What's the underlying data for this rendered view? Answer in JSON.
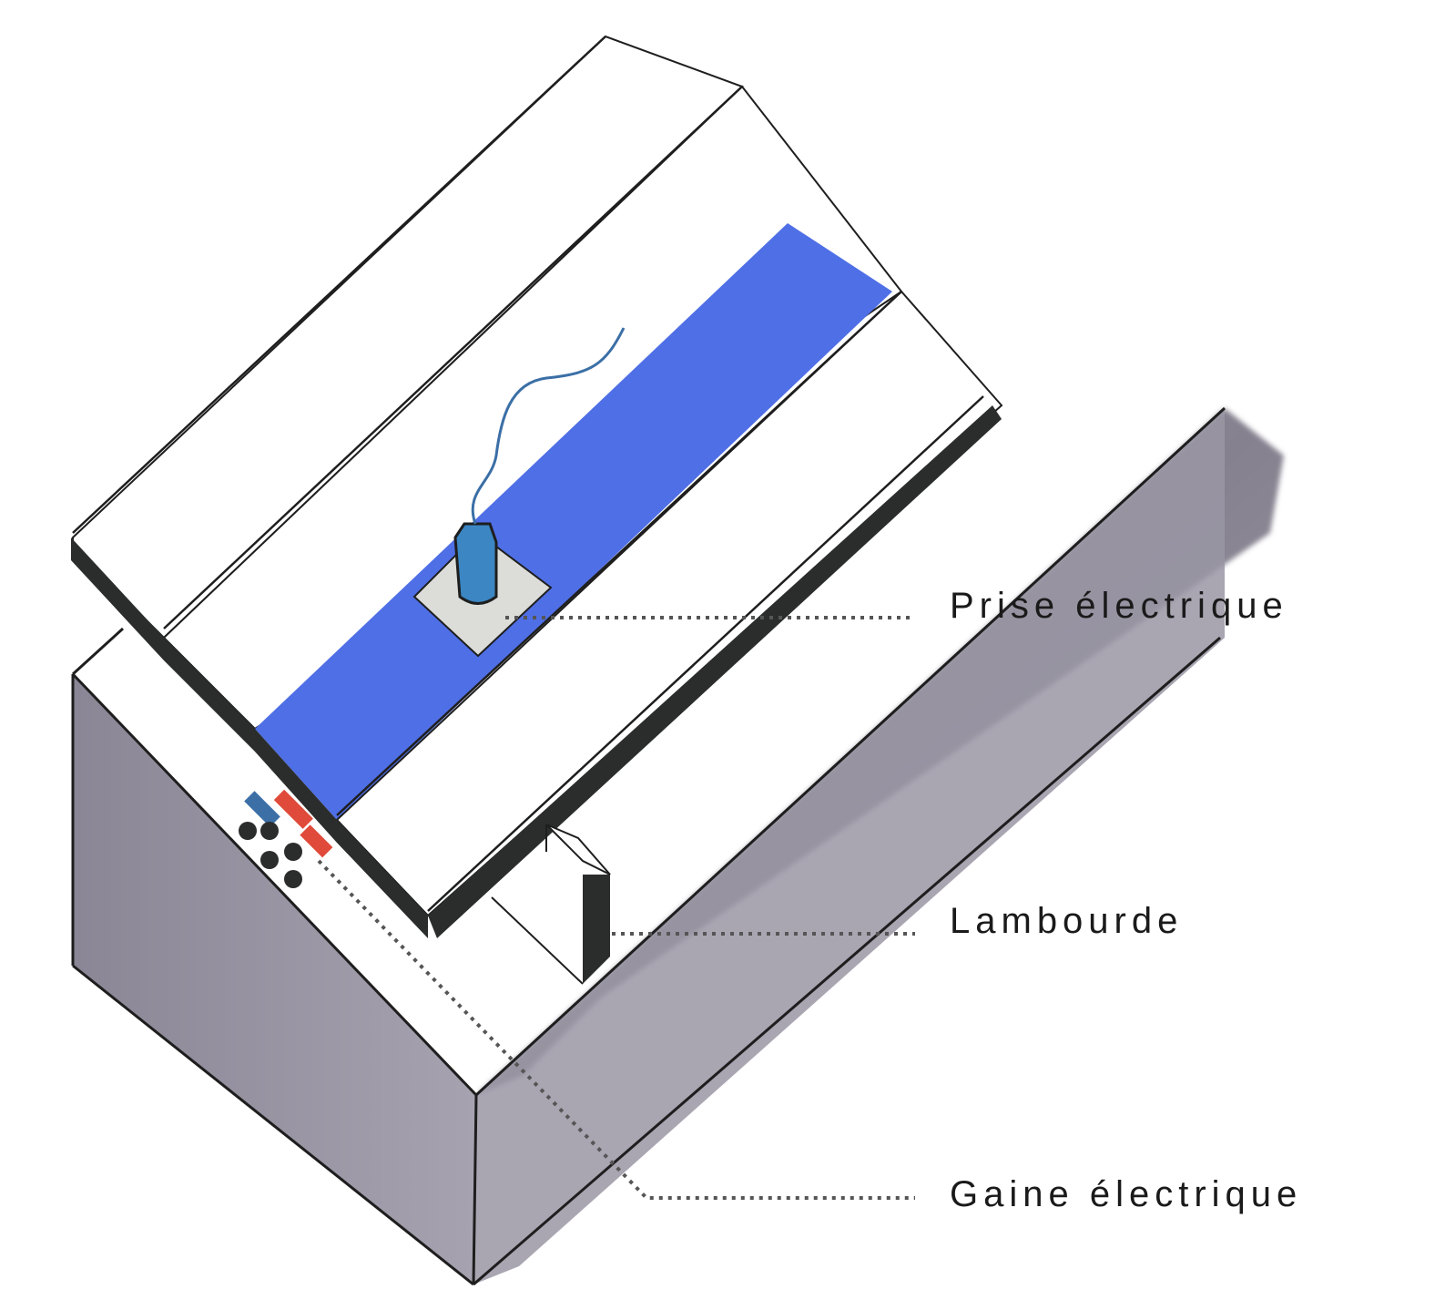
{
  "labels": {
    "prise": "Prise électrique",
    "lambourde": "Lambourde",
    "gaine": "Gaine électrique"
  },
  "colors": {
    "background": "#ffffff",
    "blue_strip": "#4f6fe6",
    "concrete": "#8e8a99",
    "concrete_light": "#aaa6b4",
    "edge": "#1e1e1e",
    "joist_dark": "#2b2d2c",
    "socket_blue": "#3b86c3",
    "socket_plate": "#dcdcd8",
    "cable_blue": "#3b6fa6",
    "cable_red": "#e04a3a",
    "leader": "#555555"
  }
}
